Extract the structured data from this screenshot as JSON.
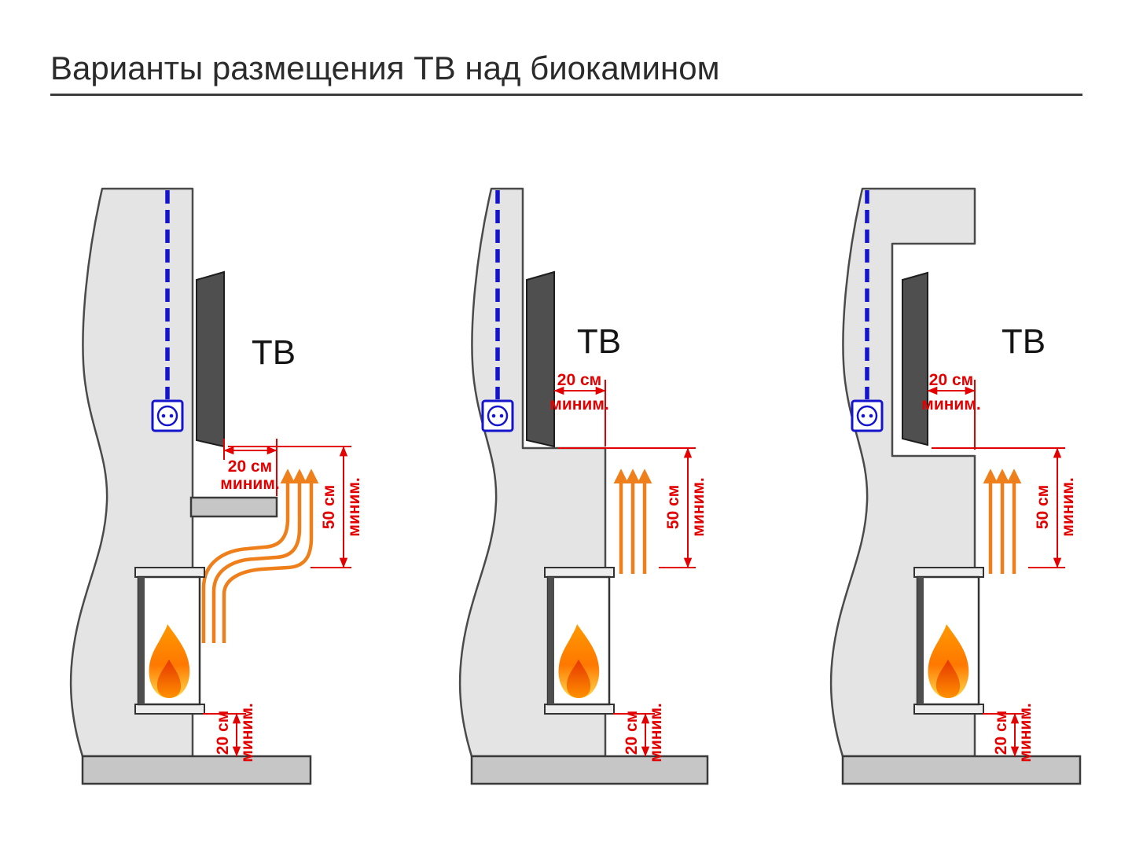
{
  "title": "Варианты размещения ТВ над биокамином",
  "colors": {
    "dimension_red": "#e30000",
    "flow_arrow_orange": "#ef7f1a",
    "cable_blue": "#1414cc",
    "wall_gray": "#e4e4e4",
    "floor_gray": "#c6c6c6",
    "tv_dark": "#4f4f4f",
    "flame_orange": "#ff7800",
    "flame_core_red": "#e63600"
  },
  "panels": [
    {
      "id": "variant-1-shelf",
      "tv_label": "ТВ",
      "top_clearance": {
        "value": "20 см",
        "qualifier": "миним."
      },
      "vertical_clearance": {
        "value": "50 см",
        "qualifier": "миним."
      },
      "floor_clearance": {
        "value": "20 см",
        "qualifier": "миним."
      }
    },
    {
      "id": "variant-2-ledge",
      "tv_label": "ТВ",
      "top_clearance": {
        "value": "20 см",
        "qualifier": "миним."
      },
      "vertical_clearance": {
        "value": "50 см",
        "qualifier": "миним."
      },
      "floor_clearance": {
        "value": "20 см",
        "qualifier": "миним."
      }
    },
    {
      "id": "variant-3-niche",
      "tv_label": "ТВ",
      "top_clearance": {
        "value": "20 см",
        "qualifier": "миним."
      },
      "vertical_clearance": {
        "value": "50 см",
        "qualifier": "миним."
      },
      "floor_clearance": {
        "value": "20 см",
        "qualifier": "миним."
      }
    }
  ]
}
